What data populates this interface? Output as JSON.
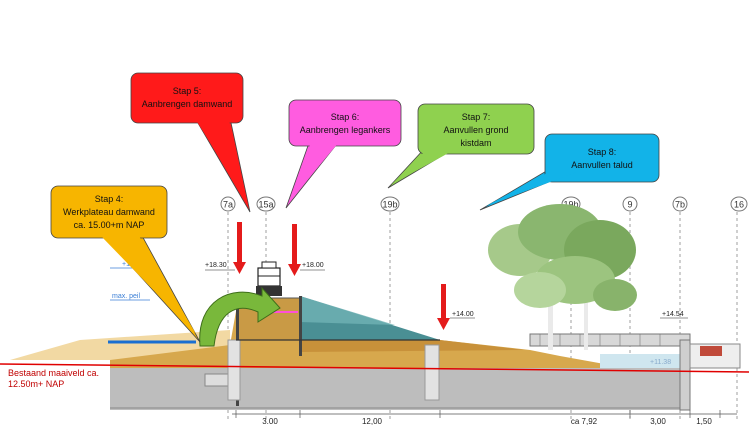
{
  "callouts": {
    "stap4": {
      "line1": "Stap 4:",
      "line2": "Werkplateau damwand",
      "line3": "ca. 15.00+m NAP",
      "color": "#f7b500"
    },
    "stap5": {
      "line1": "Stap 5:",
      "line2": "Aanbrengen damwand",
      "color": "#ff1a1a"
    },
    "stap6": {
      "line1": "Stap 6:",
      "line2": "Aanbrengen legankers",
      "color": "#ff5ce0"
    },
    "stap7": {
      "line1": "Stap 7:",
      "line2": "Aanvullen grond",
      "line3": "kistdam",
      "color": "#8fd14f"
    },
    "stap8": {
      "line1": "Stap 8:",
      "line2": "Aanvullen talud",
      "color": "#12b3e8"
    }
  },
  "gridlines": [
    "7a",
    "15a",
    "19b",
    "19b",
    "9",
    "7b",
    "16"
  ],
  "levels": {
    "l1": "+18.30",
    "l2": "+18.00",
    "l3": "+14.00",
    "l4": "+14.54",
    "l5": "+11.38",
    "l6": "+17",
    "max_peil": "max. peil"
  },
  "dimensions": [
    "3.00",
    "12,00",
    "ca 7,92",
    "3,00",
    "1,50"
  ],
  "ground_label": {
    "line1": "Bestaand maaiveld ca.",
    "line2": "12.50m+ NAP"
  },
  "colors": {
    "soil": "#d7a84d",
    "sand": "#f2d9a3",
    "fill": "#c8913a",
    "slope_fill": "#4a8f94",
    "arrow_red": "#e41b1b",
    "arrow_green": "#79b83b",
    "ground_line": "#e00000"
  }
}
